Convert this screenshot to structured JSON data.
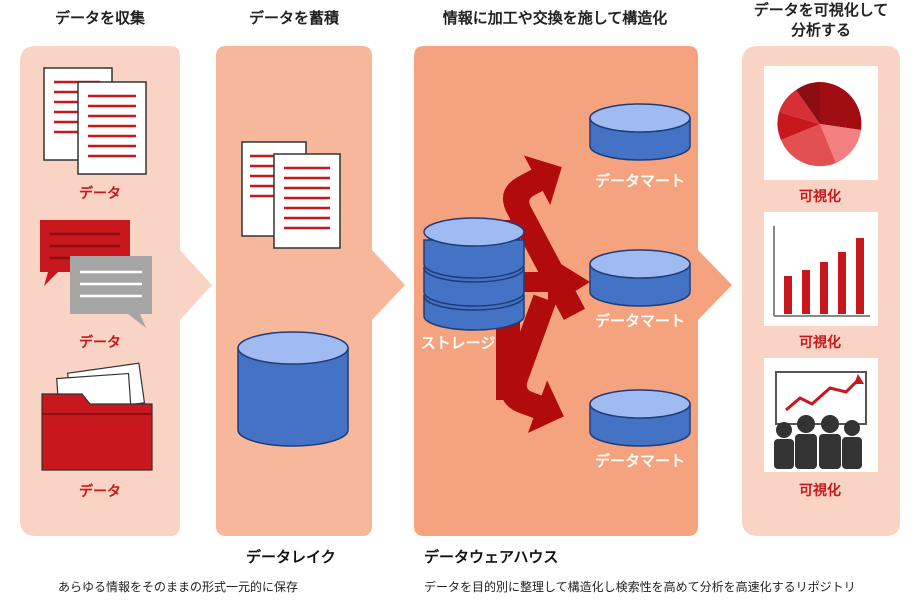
{
  "stages": [
    {
      "title": "データを収集"
    },
    {
      "title": "データを蓄積"
    },
    {
      "title": "情報に加工や交換を施して構造化"
    },
    {
      "title_line1": "データを可視化して",
      "title_line2": "分析する"
    }
  ],
  "collect": {
    "labels": [
      "データ",
      "データ",
      "データ"
    ]
  },
  "warehouse": {
    "storage_label": "ストレージ",
    "marts": [
      "データマート",
      "データマート",
      "データマート"
    ]
  },
  "visualize": {
    "labels": [
      "可視化",
      "可視化",
      "可視化"
    ]
  },
  "footer": {
    "lake_title": "データレイク",
    "lake_desc": "あらゆる情報をそのままの形式一元的に保存",
    "warehouse_title": "データウェアハウス",
    "warehouse_desc": "データを目的別に整理して構造化し検索性を高めて分析を高速化するリポジトリ"
  },
  "colors": {
    "panel_light": "#f9d3c4",
    "panel_mid": "#f7b79a",
    "panel_dark": "#f5a27e",
    "accent_red": "#c8171d",
    "db_blue": "#4472c4",
    "db_light": "#9fbbf1",
    "arrow_red": "#b20b0b"
  }
}
